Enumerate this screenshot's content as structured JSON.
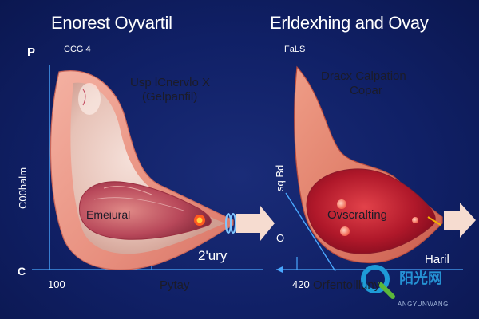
{
  "left": {
    "title": "Enorest Oyvartil",
    "top_letter": "P",
    "top_code": "CCG 4",
    "callout_line1": "Usp lCnervlo X",
    "callout_line2": "(Gelpanfil)",
    "side_label": "C00halm",
    "bottom_letter": "C",
    "tick_value": "100",
    "inner_label": "Emeiural",
    "exit_label": "2'ury",
    "axis_label": "Pytay"
  },
  "right": {
    "title": "Erldexhing and Ovay",
    "top_code": "FaLS",
    "callout_line1": "Dracx Calpation",
    "callout_line2": "Copar",
    "side_label": "sq Bd",
    "mid_letter": "O",
    "tick_value": "420",
    "inner_label": "Ovscralting",
    "exit_label": "Haril",
    "axis_label": "Orfentollluny"
  },
  "watermark": {
    "text": "阳光网",
    "subtext": "ANGYUNWANG"
  },
  "colors": {
    "background": "#102066",
    "tissue_outer": "#f1a596",
    "tissue_inner": "#c9485a",
    "axis": "#4aa8ff",
    "arrow": "#f6dcd0"
  }
}
